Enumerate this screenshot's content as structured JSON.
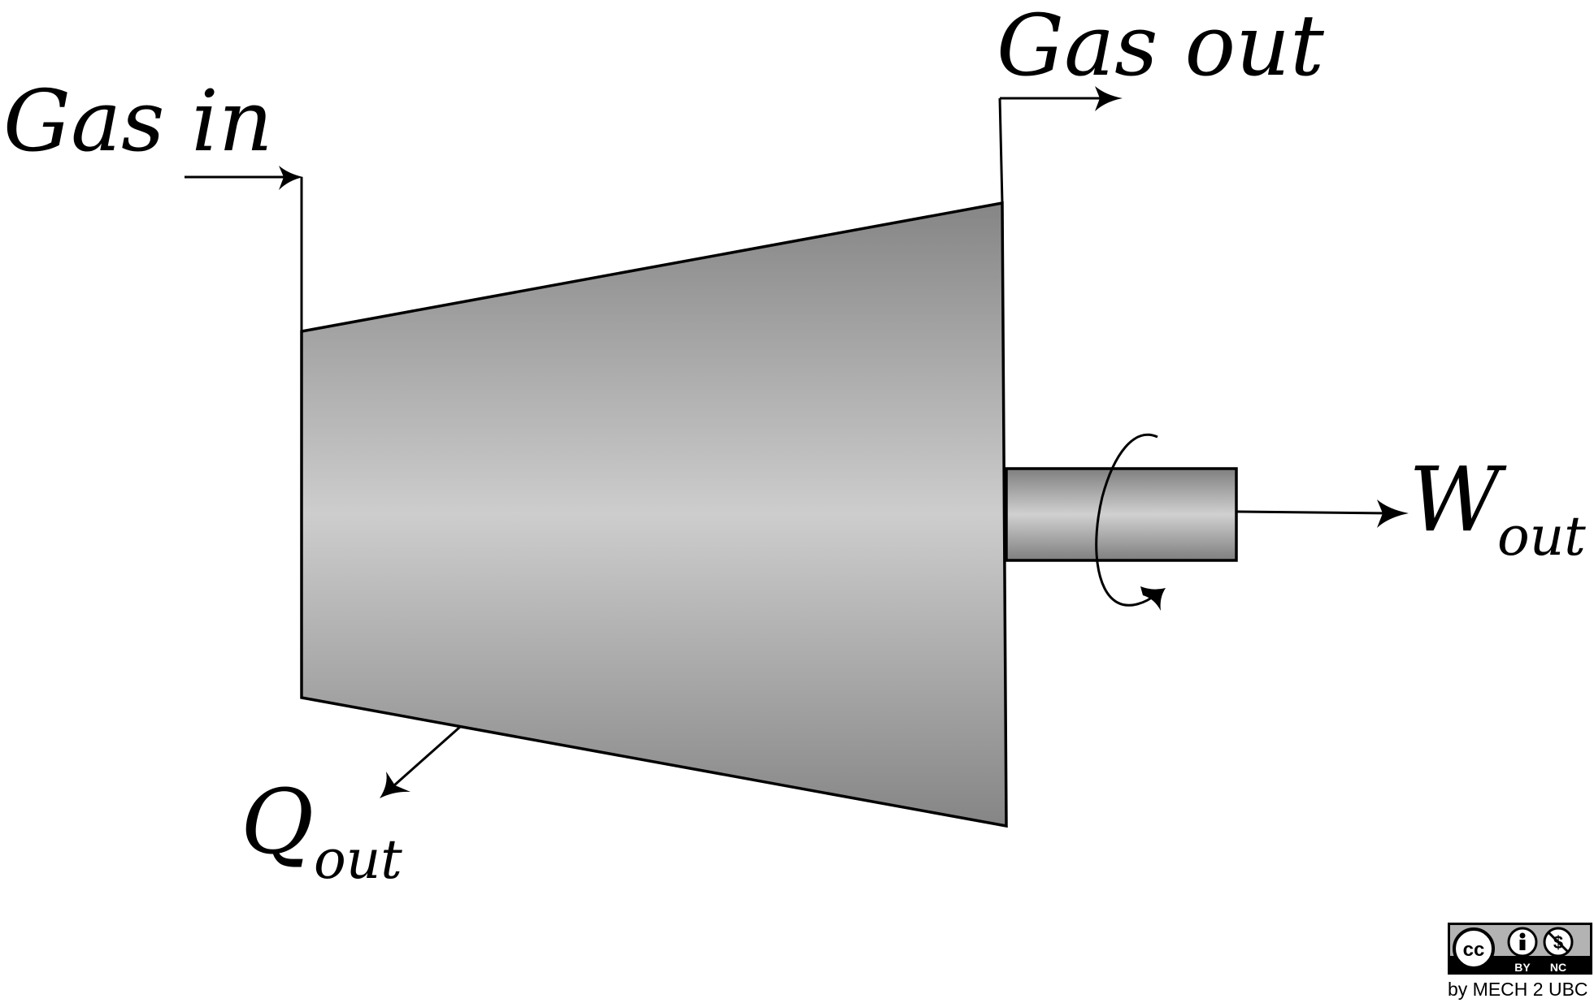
{
  "labels": {
    "gas_in": "Gas in",
    "gas_out": "Gas out",
    "w_main": "W",
    "w_sub": "out",
    "q_main": "Q",
    "q_sub": "out"
  },
  "license": {
    "cc": "cc",
    "by": "BY",
    "nc": "NC",
    "credit": "by MECH 2 UBC"
  },
  "colors": {
    "stroke": "#000000",
    "body_edge": "#858585",
    "body_center": "#cdcdcd",
    "badge_dark": "#000000",
    "badge_grey": "#b3b3b3"
  },
  "icons": {
    "rotation": "rotation-arrow-icon",
    "attribution": "attribution-person-icon",
    "noncommercial": "noncommercial-dollar-icon"
  }
}
